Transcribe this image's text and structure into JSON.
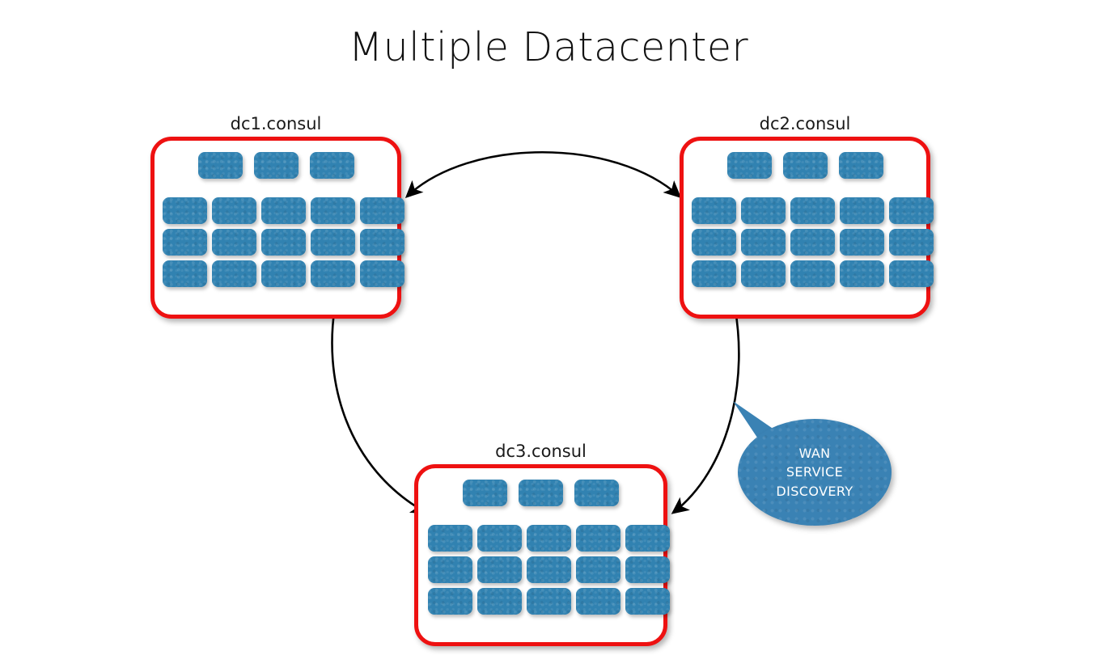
{
  "page": {
    "title": "Multiple Datacenter",
    "background": "#ffffff"
  },
  "colors": {
    "node_blue": "#3182b1",
    "border_red": "#ee1111",
    "callout_blue": "#3a82b4",
    "arrow_black": "#000000",
    "text_black": "#111111"
  },
  "datacenters": [
    {
      "id": "dc1",
      "label": "dc1.consul",
      "servers": 3,
      "client_rows": 3,
      "clients_per_row": 5
    },
    {
      "id": "dc2",
      "label": "dc2.consul",
      "servers": 3,
      "client_rows": 3,
      "clients_per_row": 5
    },
    {
      "id": "dc3",
      "label": "dc3.consul",
      "servers": 3,
      "client_rows": 3,
      "clients_per_row": 5
    }
  ],
  "callout": {
    "lines": [
      "WAN",
      "SERVICE",
      "DISCOVERY"
    ]
  },
  "connections": [
    {
      "id": "dc1-dc2",
      "from": "dc1",
      "to": "dc2",
      "bidirectional": true
    },
    {
      "id": "dc1-dc3",
      "from": "dc1",
      "to": "dc3",
      "bidirectional": true
    },
    {
      "id": "dc2-dc3",
      "from": "dc2",
      "to": "dc3",
      "bidirectional": true
    }
  ]
}
